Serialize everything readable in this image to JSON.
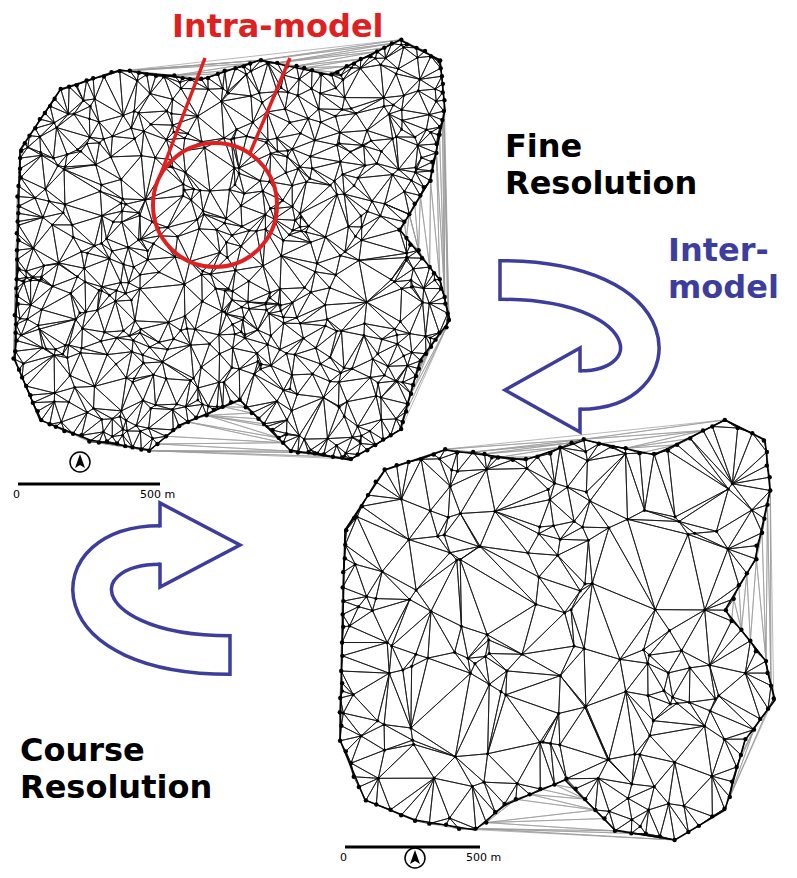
{
  "diagram": {
    "labels": [
      "Intra-model",
      "Fine Resolution",
      "Inter- model",
      "0",
      "500 m",
      "Course Resolution",
      "0",
      "500 m"
    ]
  }
}
